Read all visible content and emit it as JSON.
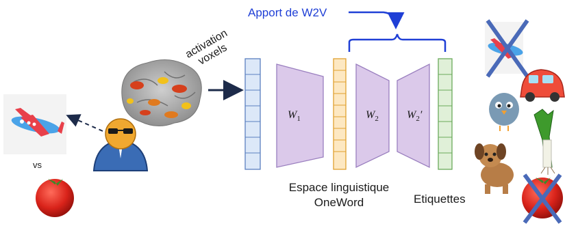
{
  "title_annotation": "Apport de W2V",
  "input_label": {
    "line1": "activation",
    "line2": "voxels"
  },
  "vs_label": "vs",
  "weights": [
    {
      "name": "W",
      "sub": "1",
      "prime": ""
    },
    {
      "name": "W",
      "sub": "2",
      "prime": ""
    },
    {
      "name": "W",
      "sub": "2",
      "prime": "′"
    }
  ],
  "latent_label": {
    "line1": "Espace linguistique",
    "line2": "OneWord"
  },
  "output_label": "Etiquettes",
  "colors": {
    "annotation_blue": "#1f3fd6",
    "input_layer": "#dce8f8",
    "input_stroke": "#5a7fbf",
    "trapezoid": "#dbc9ea",
    "trapezoid_stroke": "#9a7fbf",
    "latent_layer": "#fde8c2",
    "latent_stroke": "#e0a030",
    "output_layer": "#e0f0d8",
    "output_stroke": "#6aaa5a",
    "cross": "#4a6ab8"
  },
  "icons": [
    "brain-activation-icon",
    "person-icon",
    "airplane-icon",
    "tomato-icon",
    "car-icon",
    "bird-icon",
    "leek-icon",
    "dog-icon"
  ]
}
